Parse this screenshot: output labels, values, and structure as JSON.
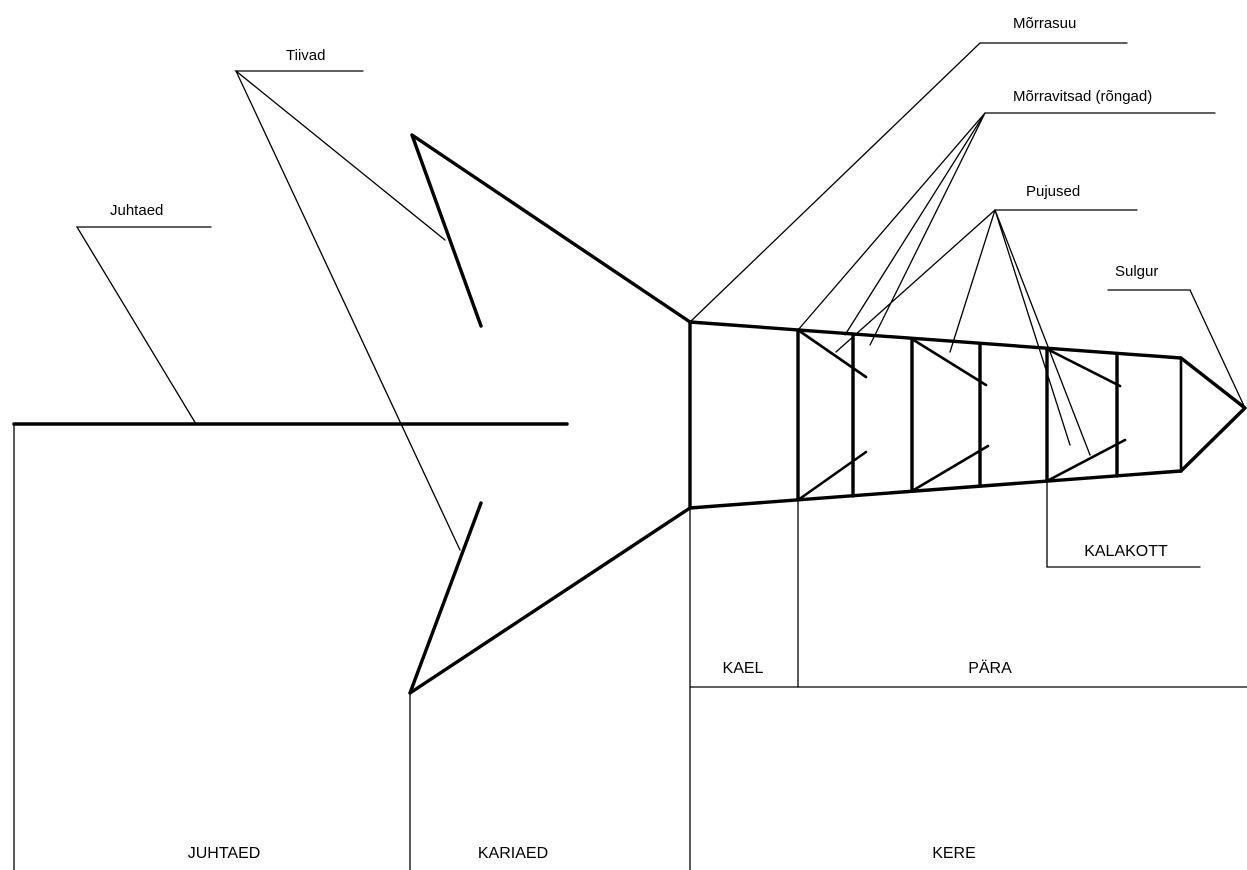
{
  "labels": {
    "tiivad": "Tiivad",
    "juhtaed": "Juhtaed",
    "morrasuu": "Mõrrasuu",
    "morravitsad": "Mõrravitsad (rõngad)",
    "pujused": "Pujused",
    "sulgur": "Sulgur"
  },
  "sections": {
    "kalakott": "KALAKOTT",
    "kael": "KAEL",
    "para": "PÄRA",
    "juhtaed": "JUHTAED",
    "kariaed": "KARIAED",
    "kere": "KERE"
  }
}
